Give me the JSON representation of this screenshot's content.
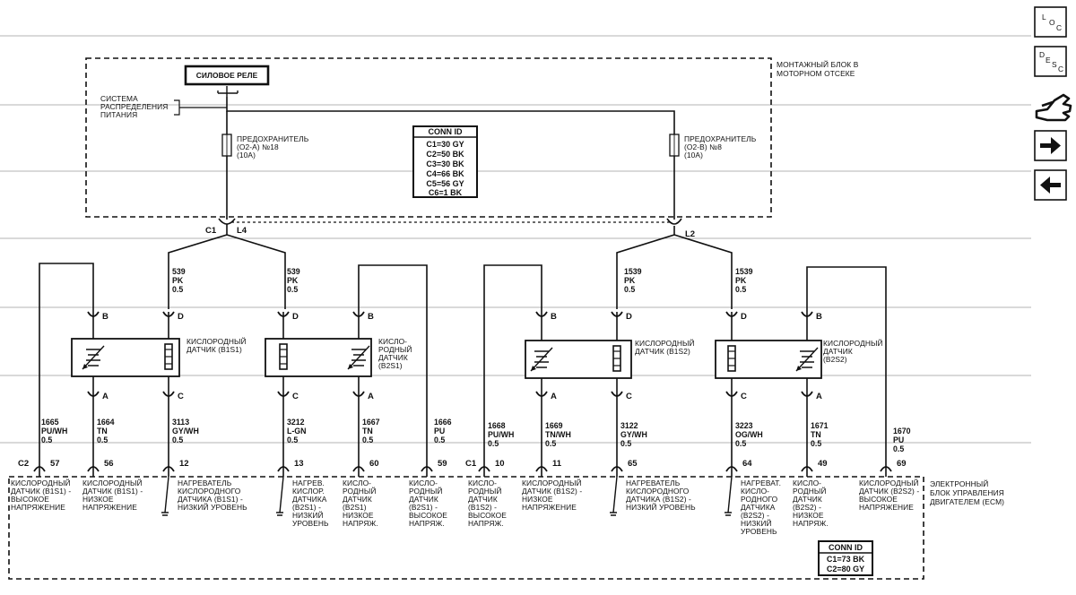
{
  "upper_block": {
    "power_relay": "СИЛОВОЕ РЕЛЕ",
    "block_title": [
      "МОНТАЖНЫЙ БЛОК В",
      "МОТОРНОМ ОТСЕКЕ"
    ],
    "distribution": [
      "СИСТЕМА",
      "РАСПРЕДЕЛЕНИЯ",
      "ПИТАНИЯ"
    ],
    "fuse_a": [
      "ПРЕДОХРАНИТЕЛЬ",
      "(O2-A) №18",
      "(10A)"
    ],
    "fuse_b": [
      "ПРЕДОХРАНИТЕЛЬ",
      "(O2-B) №8",
      "(10A)"
    ],
    "conn_table": {
      "header": "CONN ID",
      "rows": [
        "C1=30 GY",
        "C2=50 BK",
        "C3=30 BK",
        "C4=66 BK",
        "C5=56 GY",
        "C6=1 BK"
      ]
    },
    "connector_c1": "C1",
    "connector_l4": "L4",
    "connector_l2": "L2"
  },
  "sensors": [
    {
      "label": [
        "КИСЛОРОДНЫЙ",
        "ДАТЧИК (B1S1)"
      ]
    },
    {
      "label": [
        "КИСЛО-",
        "РОДНЫЙ",
        "ДАТЧИК",
        "(B2S1)"
      ]
    },
    {
      "label": [
        "КИСЛОРОДНЫЙ",
        "ДАТЧИК (B1S2)"
      ]
    },
    {
      "label": [
        "КИСЛОРОДНЫЙ",
        "ДАТЧИК",
        "(B2S2)"
      ]
    }
  ],
  "pins": {
    "a": "A",
    "b": "B",
    "c": "C",
    "d": "D"
  },
  "wires": [
    {
      "num": "1665",
      "color": "PU/WH",
      "size": "0.5"
    },
    {
      "num": "1664",
      "color": "TN",
      "size": "0.5"
    },
    {
      "num": "539",
      "color": "PK",
      "size": "0.5"
    },
    {
      "num": "3113",
      "color": "GY/WH",
      "size": "0.5"
    },
    {
      "num": "539",
      "color": "PK",
      "size": "0.5"
    },
    {
      "num": "3212",
      "color": "L-GN",
      "size": "0.5"
    },
    {
      "num": "1667",
      "color": "TN",
      "size": "0.5"
    },
    {
      "num": "1666",
      "color": "PU",
      "size": "0.5"
    },
    {
      "num": "1668",
      "color": "PU/WH",
      "size": "0.5"
    },
    {
      "num": "1669",
      "color": "TN/WH",
      "size": "0.5"
    },
    {
      "num": "1539",
      "color": "PK",
      "size": "0.5"
    },
    {
      "num": "3122",
      "color": "GY/WH",
      "size": "0.5"
    },
    {
      "num": "1539",
      "color": "PK",
      "size": "0.5"
    },
    {
      "num": "3223",
      "color": "OG/WH",
      "size": "0.5"
    },
    {
      "num": "1671",
      "color": "TN",
      "size": "0.5"
    },
    {
      "num": "1670",
      "color": "PU",
      "size": "0.5"
    }
  ],
  "ecm": {
    "c2": "C2",
    "c1": "C1",
    "title": [
      "ЭЛЕКТРОННЫЙ",
      "БЛОК УПРАВЛЕНИЯ",
      "ДВИГАТЕЛЕМ (ECM)"
    ],
    "terminals": [
      "57",
      "56",
      "12",
      "13",
      "60",
      "59",
      "10",
      "11",
      "65",
      "64",
      "49",
      "69"
    ],
    "terminal_labels": [
      [
        "КИСЛОРОДНЫЙ",
        "ДАТЧИК (B1S1) -",
        "ВЫСОКОЕ",
        "НАПРЯЖЕНИЕ"
      ],
      [
        "КИСЛОРОДНЫЙ",
        "ДАТЧИК (B1S1) -",
        "НИЗКОЕ",
        "НАПРЯЖЕНИЕ"
      ],
      [
        "НАГРЕВАТЕЛЬ",
        "КИСЛОРОДНОГО",
        "ДАТЧИКА (B1S1) -",
        "НИЗКИЙ УРОВЕНЬ"
      ],
      [
        "НАГРЕВ.",
        "КИСЛОР.",
        "ДАТЧИКА",
        "(B2S1) -",
        "НИЗКИЙ",
        "УРОВЕНЬ"
      ],
      [
        "КИСЛО-",
        "РОДНЫЙ",
        "ДАТЧИК",
        "(B2S1)",
        "НИЗКОЕ",
        "НАПРЯЖ."
      ],
      [
        "КИСЛО-",
        "РОДНЫЙ",
        "ДАТЧИК",
        "(B2S1) -",
        "ВЫСОКОЕ",
        "НАПРЯЖ."
      ],
      [
        "КИСЛО-",
        "РОДНЫЙ",
        "ДАТЧИК",
        "(B1S2) -",
        "ВЫСОКОЕ",
        "НАПРЯЖ."
      ],
      [
        "КИСЛОРОДНЫЙ",
        "ДАТЧИК (B1S2) -",
        "НИЗКОЕ",
        "НАПРЯЖЕНИЕ"
      ],
      [
        "НАГРЕВАТЕЛЬ",
        "КИСЛОРОДНОГО",
        "ДАТЧИКА (B1S2) -",
        "НИЗКИЙ УРОВЕНЬ"
      ],
      [
        "НАГРЕВАТ.",
        "КИСЛО-",
        "РОДНОГО",
        "ДАТЧИКА",
        "(B2S2) -",
        "НИЗКИЙ",
        "УРОВЕНЬ"
      ],
      [
        "КИСЛО-",
        "РОДНЫЙ",
        "ДАТЧИК",
        "(B2S2) -",
        "НИЗКОЕ",
        "НАПРЯЖ."
      ],
      [
        "КИСЛОРОДНЫЙ",
        "ДАТЧИК (B2S2) -",
        "ВЫСОКОЕ",
        "НАПРЯЖЕНИЕ"
      ]
    ],
    "conn_table": {
      "header": "CONN ID",
      "rows": [
        "C1=73 BK",
        "C2=80 GY"
      ]
    }
  },
  "nav": {
    "loc": {
      "l": "L",
      "o": "O",
      "c": "C"
    },
    "desc": {
      "d": "D",
      "e": "E",
      "s": "S",
      "c": "C"
    }
  }
}
